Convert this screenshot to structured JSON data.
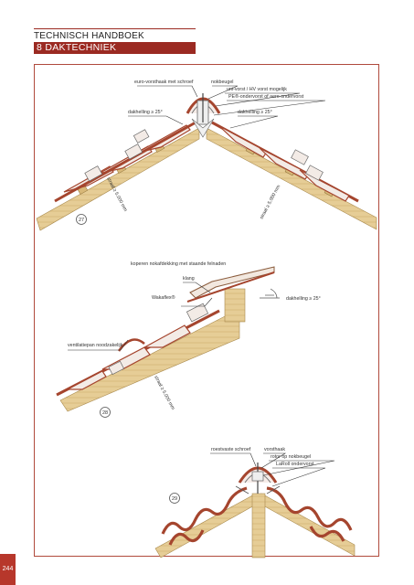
{
  "header": {
    "title": "TECHNISCH HANDBOEK",
    "chapter": "8 DAKTECHNIEK"
  },
  "page_number": "244",
  "colors": {
    "accent": "#9b2a22",
    "tile": "#a5452e",
    "timber": "#e3c992",
    "frame": "#b04a3c"
  },
  "figure27": {
    "number": "27",
    "labels": {
      "hook": "euro-vorsthaak met schroef",
      "bracket": "nokbeugel",
      "uni_ridge": "uni-vorst / HV vorst mogelijk",
      "underlay": "PE®-ondervorst of aero ondervorst",
      "pitch_left": "dakhelling ≥ 25°",
      "pitch_right": "dakhelling ≥ 25°",
      "span_left": "straal ≥ 5.000 mm",
      "span_right": "straal ≥ 5.000 mm"
    }
  },
  "figure28": {
    "number": "28",
    "labels": {
      "copper": "koperen nokafdekking met staande felnaden",
      "clamp": "klang",
      "wakaflex": "Wakaflex®",
      "pitch": "dakhelling ≥ 25°",
      "vent": "ventilatiepan noodzakelijk",
      "span": "straal ≥ 5.000 mm"
    }
  },
  "figure29": {
    "number": "29",
    "labels": {
      "screw": "roestvaste schroef",
      "hook": "vorsthaak",
      "rotor": "rotor op nokbeugel",
      "underlay": "LaRoll ondervorst"
    }
  }
}
